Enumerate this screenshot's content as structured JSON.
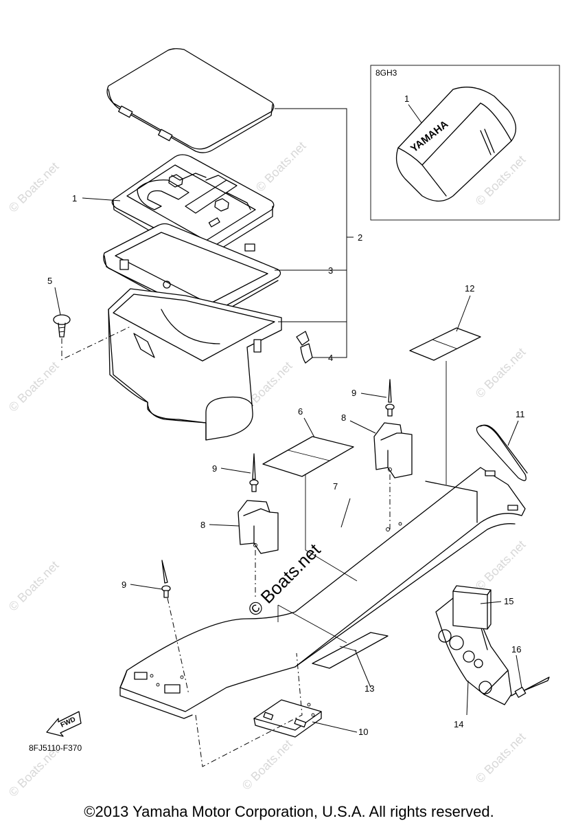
{
  "inset": {
    "code": "8GH3",
    "part_label": "1",
    "brand_text": "YAMAHA"
  },
  "callouts": {
    "c1": "1",
    "c2": "2",
    "c3": "3",
    "c4": "4",
    "c5": "5",
    "c6": "6",
    "c7": "7",
    "c8a": "8",
    "c8b": "8",
    "c9a": "9",
    "c9b": "9",
    "c9c": "9",
    "c10": "10",
    "c11": "11",
    "c12": "12",
    "c13": "13",
    "c14": "14",
    "c15": "15",
    "c16": "16"
  },
  "fwd_label": "FWD",
  "diagram_code": "8FJ5110-F370",
  "watermark": "© Boats.net",
  "copyright": "©2013 Yamaha Motor Corporation, U.S.A. All rights reserved.",
  "colors": {
    "line": "#000000",
    "watermark": "#d8d8d8",
    "background": "#ffffff"
  }
}
